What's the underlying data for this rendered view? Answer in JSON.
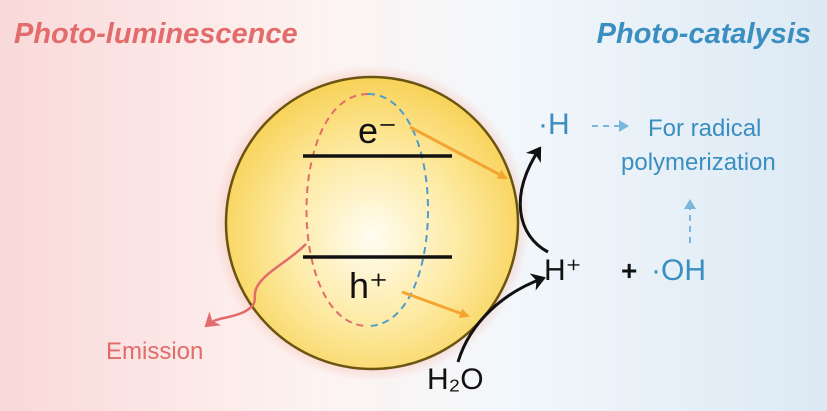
{
  "headings": {
    "left": "Photo-luminescence",
    "right": "Photo-catalysis"
  },
  "carriers": {
    "electron": "e⁻",
    "hole": "h⁺"
  },
  "labels": {
    "emission": "Emission",
    "h_radical": "·H",
    "for_radical_line1": "For radical",
    "for_radical_line2": "polymerization",
    "h_plus": "H⁺",
    "plus": "+",
    "oh_radical": "·OH",
    "water": "H₂O"
  },
  "colors": {
    "luminescence": "#e26b6b",
    "catalysis": "#3a8fc0",
    "arrow_orange": "#f4a531",
    "dashed_blue": "#7cb6dc",
    "particle_edge": "#6a5410",
    "particle_fill": "#fbe27a"
  }
}
